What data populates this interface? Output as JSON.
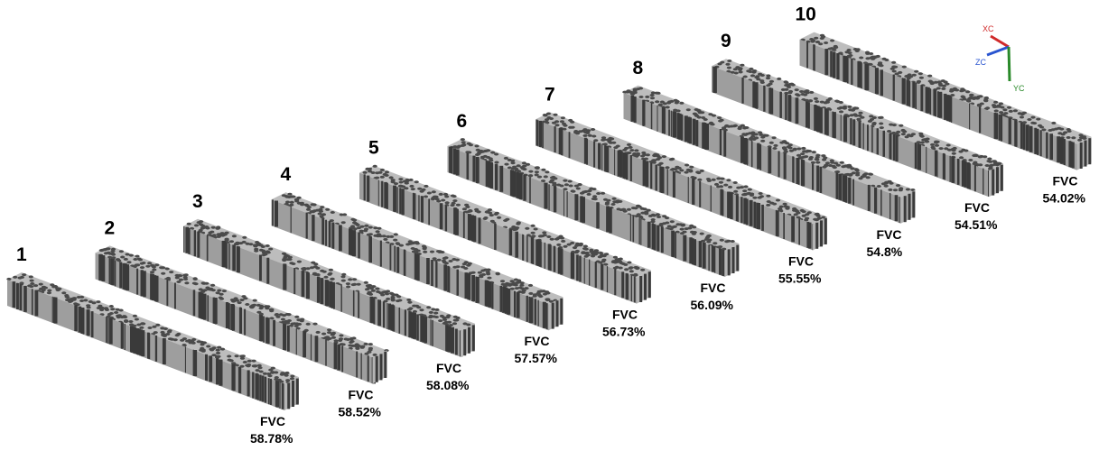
{
  "figure": {
    "samples": [
      {
        "number": "1",
        "fvc_label": "FVC",
        "fvc_value": "58.78%"
      },
      {
        "number": "2",
        "fvc_label": "FVC",
        "fvc_value": "58.52%"
      },
      {
        "number": "3",
        "fvc_label": "FVC",
        "fvc_value": "58.08%"
      },
      {
        "number": "4",
        "fvc_label": "FVC",
        "fvc_value": "57.57%"
      },
      {
        "number": "5",
        "fvc_label": "FVC",
        "fvc_value": "56.73%"
      },
      {
        "number": "6",
        "fvc_label": "FVC",
        "fvc_value": "56.09%"
      },
      {
        "number": "7",
        "fvc_label": "FVC",
        "fvc_value": "55.55%"
      },
      {
        "number": "8",
        "fvc_label": "FVC",
        "fvc_value": "54.8%"
      },
      {
        "number": "9",
        "fvc_label": "FVC",
        "fvc_value": "54.51%"
      },
      {
        "number": "10",
        "fvc_label": "FVC",
        "fvc_value": "54.02%"
      }
    ],
    "axis_triad": {
      "x_label": "XC",
      "z_label": "ZC",
      "y_label": "YC",
      "x_color": "#d02a2a",
      "z_color": "#2a55d0",
      "y_color": "#2a8a2a"
    },
    "colors": {
      "top_face": "#bdbdbd",
      "front_face": "#9e9e9e",
      "end_face": "#b4b4b4",
      "fiber": "#4a4a4a",
      "fiber_streak": "#3a3a3a"
    }
  }
}
